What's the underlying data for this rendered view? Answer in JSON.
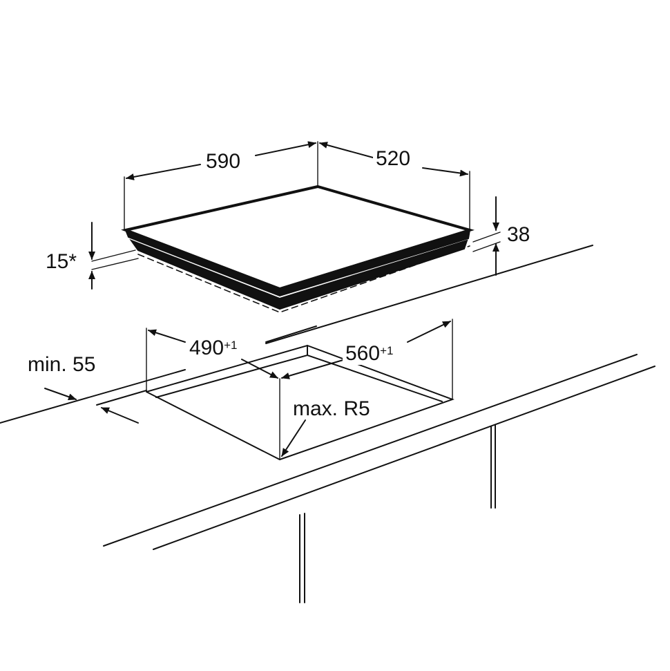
{
  "dimensions": {
    "hob_width": "590",
    "hob_depth": "520",
    "hob_height": "38",
    "recess": "15*",
    "cutout_depth": "490",
    "cutout_depth_tolerance": "+1",
    "cutout_width": "560",
    "cutout_width_tolerance": "+1",
    "min_edge": "min. 55",
    "max_radius": "max. R5"
  },
  "colors": {
    "line": "#111111",
    "background": "#ffffff"
  }
}
